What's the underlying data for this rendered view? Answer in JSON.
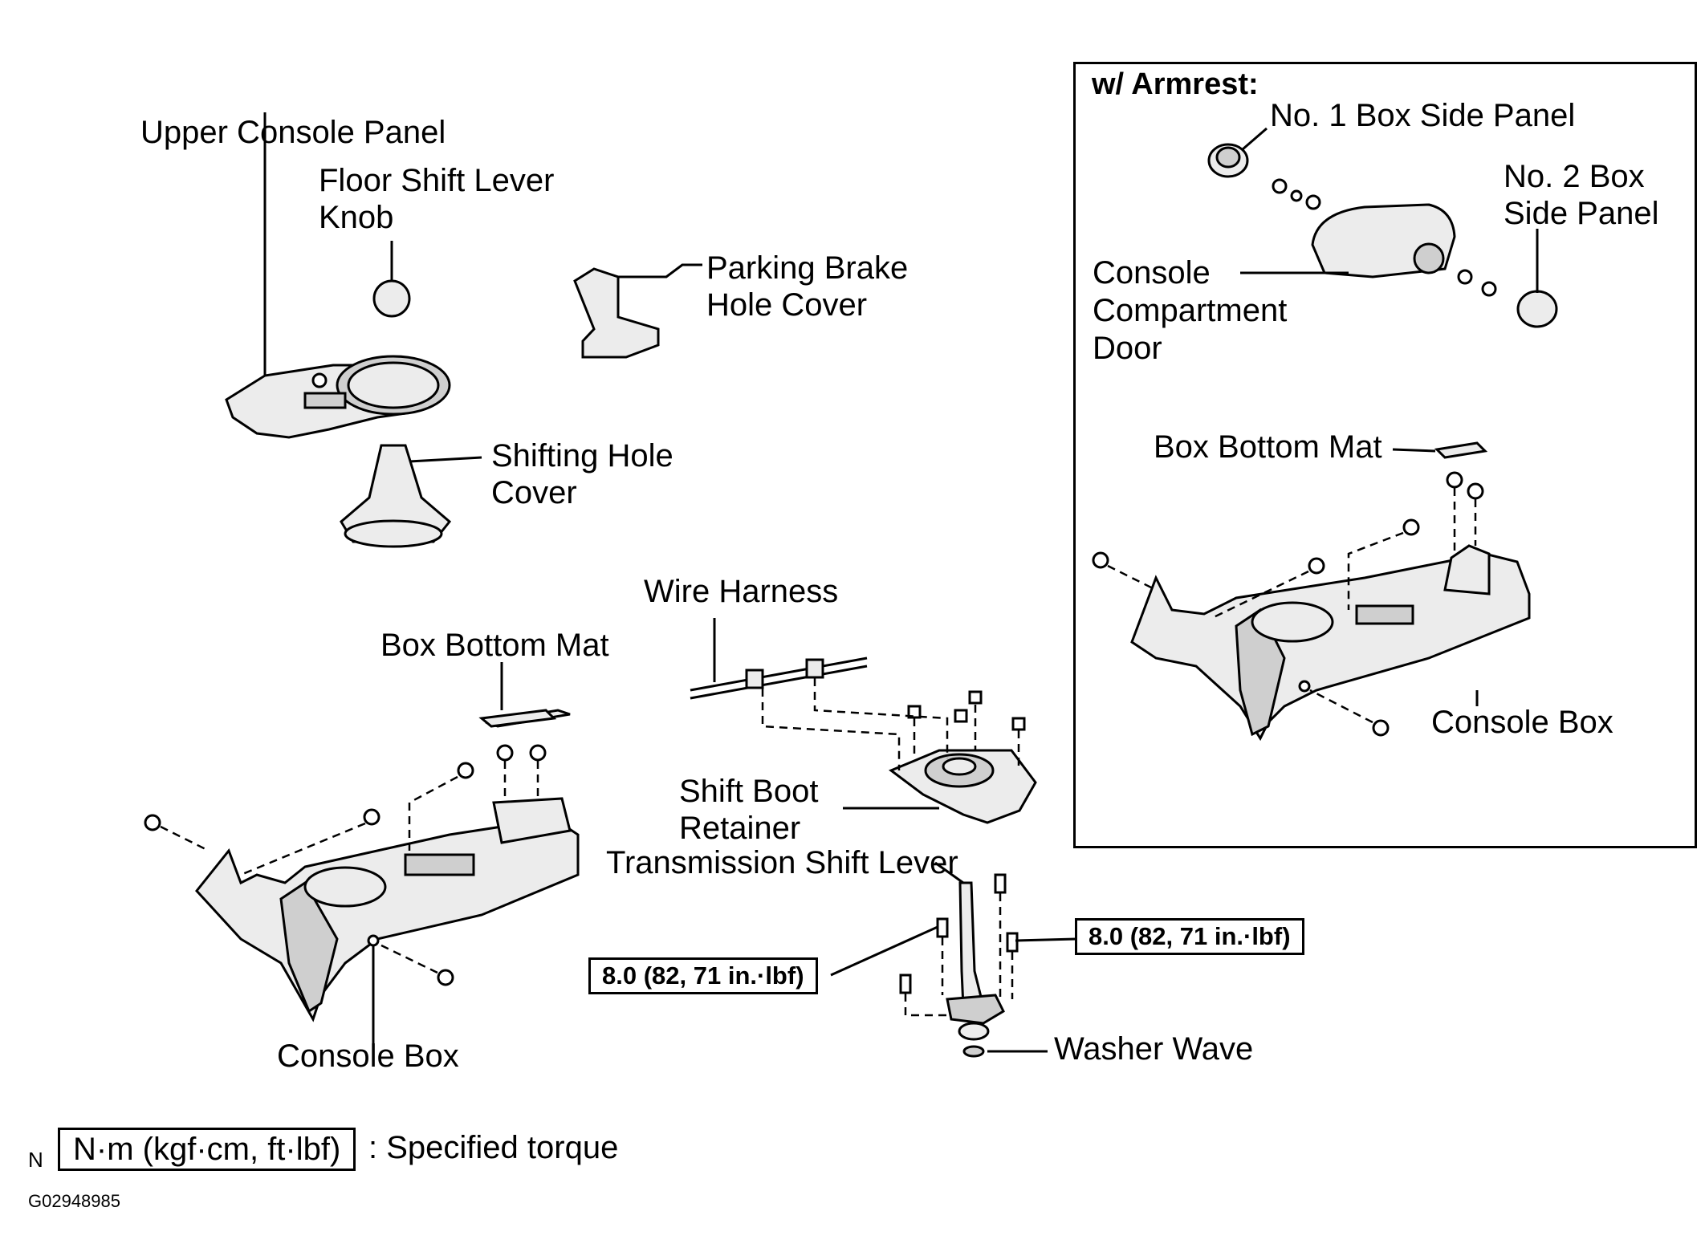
{
  "labels": {
    "upper_console_panel": "Upper Console Panel",
    "floor_shift_lever_knob_1": "Floor Shift Lever",
    "floor_shift_lever_knob_2": "Knob",
    "parking_brake_hole_cover_1": "Parking Brake",
    "parking_brake_hole_cover_2": "Hole Cover",
    "shifting_hole_cover_1": "Shifting Hole",
    "shifting_hole_cover_2": "Cover",
    "wire_harness": "Wire Harness",
    "box_bottom_mat_main": "Box Bottom Mat",
    "shift_boot_retainer_1": "Shift Boot",
    "shift_boot_retainer_2": "Retainer",
    "transmission_shift_lever": "Transmission Shift Lever",
    "console_box_main": "Console Box",
    "washer_wave": "Washer Wave"
  },
  "inset": {
    "title": "w/ Armrest:",
    "no1_box_side_panel": "No. 1 Box Side Panel",
    "no2_box_side_panel_1": "No. 2 Box",
    "no2_box_side_panel_2": "Side Panel",
    "console_compartment_door_1": "Console",
    "console_compartment_door_2": "Compartment",
    "console_compartment_door_3": "Door",
    "box_bottom_mat": "Box Bottom Mat",
    "console_box": "Console Box"
  },
  "torque": {
    "left": "8.0 (82, 71 in.·lbf)",
    "right": "8.0 (82, 71 in.·lbf)"
  },
  "legend": {
    "prefix": "N",
    "unit": "N·m (kgf·cm, ft·lbf)",
    "text": ": Specified torque"
  },
  "figure_id": "G02948985"
}
